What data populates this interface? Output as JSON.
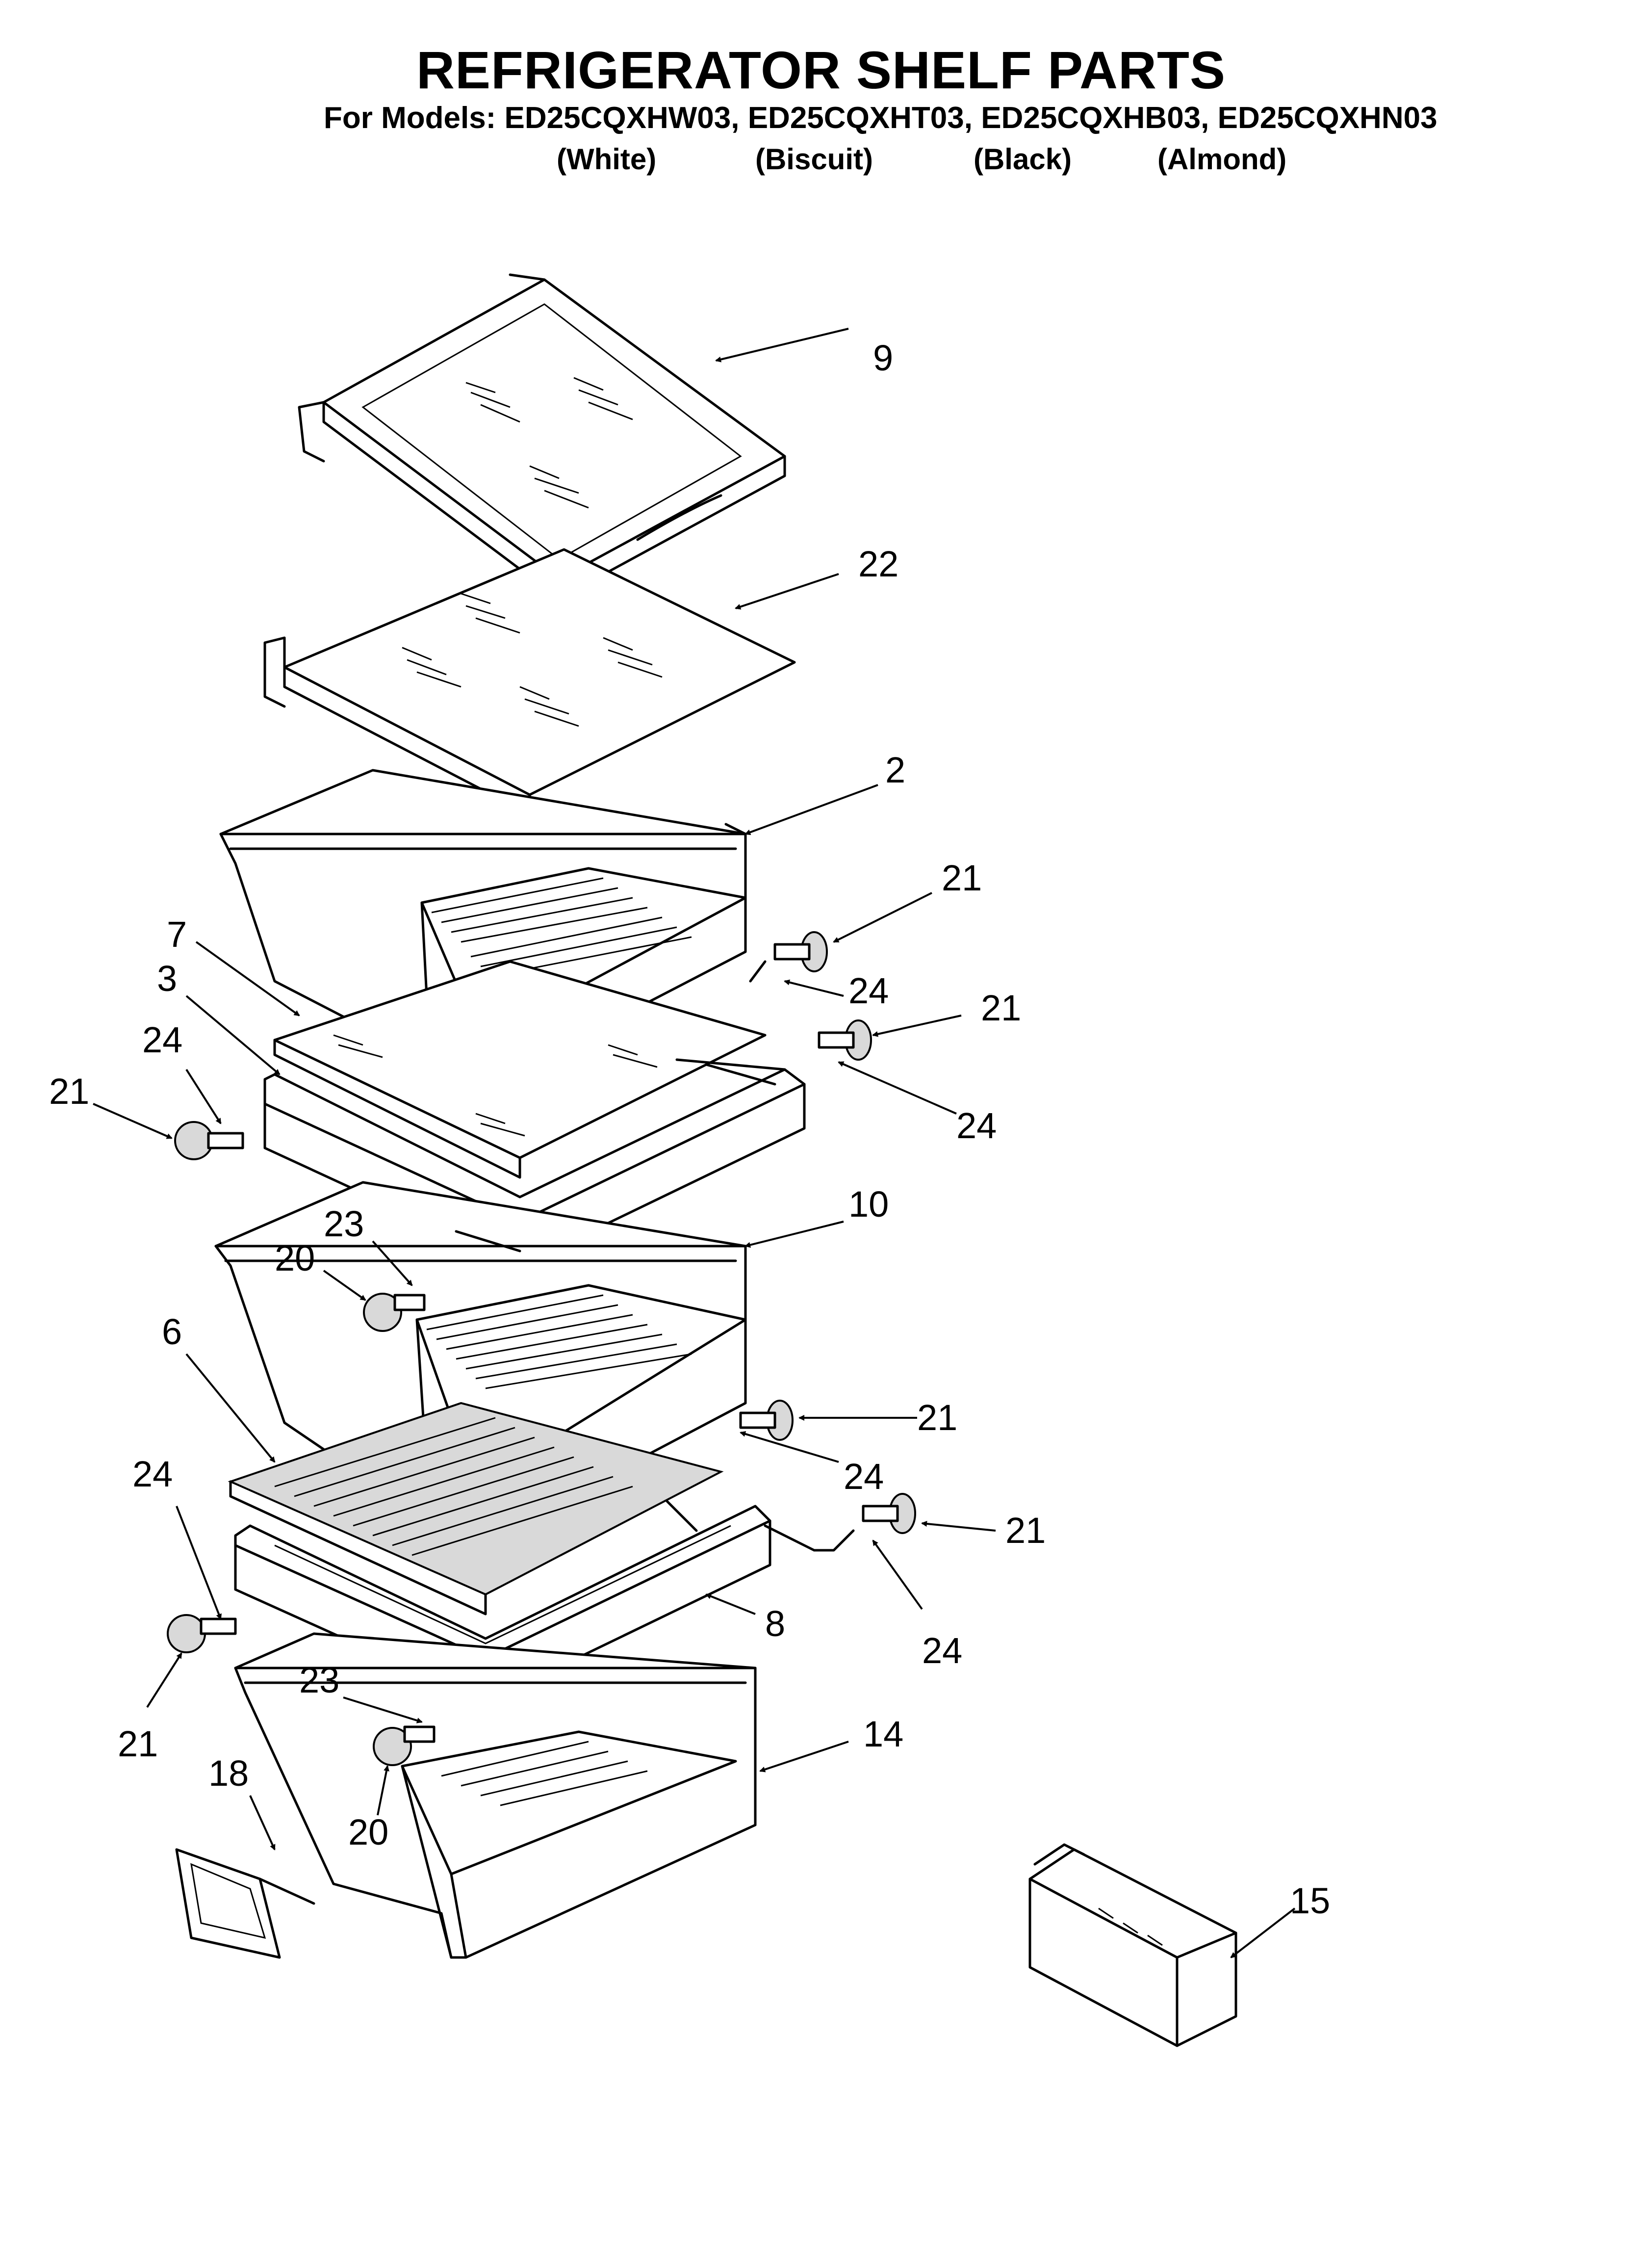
{
  "header": {
    "title": "REFRIGERATOR SHELF PARTS",
    "models": "For Models: ED25CQXHW03, ED25CQXHT03, ED25CQXHB03, ED25CQXHN03",
    "colors": [
      "(White)",
      "(Biscuit)",
      "(Black)",
      "(Almond)"
    ]
  },
  "callouts": [
    {
      "id": "c9",
      "label": "9"
    },
    {
      "id": "c22",
      "label": "22"
    },
    {
      "id": "c2",
      "label": "2"
    },
    {
      "id": "c21a",
      "label": "21"
    },
    {
      "id": "c24a",
      "label": "24"
    },
    {
      "id": "c21b",
      "label": "21"
    },
    {
      "id": "c24b",
      "label": "24"
    },
    {
      "id": "c7",
      "label": "7"
    },
    {
      "id": "c3",
      "label": "3"
    },
    {
      "id": "c24c",
      "label": "24"
    },
    {
      "id": "c21c",
      "label": "21"
    },
    {
      "id": "c10",
      "label": "10"
    },
    {
      "id": "c23a",
      "label": "23"
    },
    {
      "id": "c20a",
      "label": "20"
    },
    {
      "id": "c6",
      "label": "6"
    },
    {
      "id": "c21d",
      "label": "21"
    },
    {
      "id": "c24d",
      "label": "24"
    },
    {
      "id": "c21e",
      "label": "21"
    },
    {
      "id": "c24e",
      "label": "24"
    },
    {
      "id": "c24f",
      "label": "24"
    },
    {
      "id": "c8",
      "label": "8"
    },
    {
      "id": "c21f",
      "label": "21"
    },
    {
      "id": "c23b",
      "label": "23"
    },
    {
      "id": "c14",
      "label": "14"
    },
    {
      "id": "c18",
      "label": "18"
    },
    {
      "id": "c20b",
      "label": "20"
    },
    {
      "id": "c15",
      "label": "15"
    }
  ]
}
